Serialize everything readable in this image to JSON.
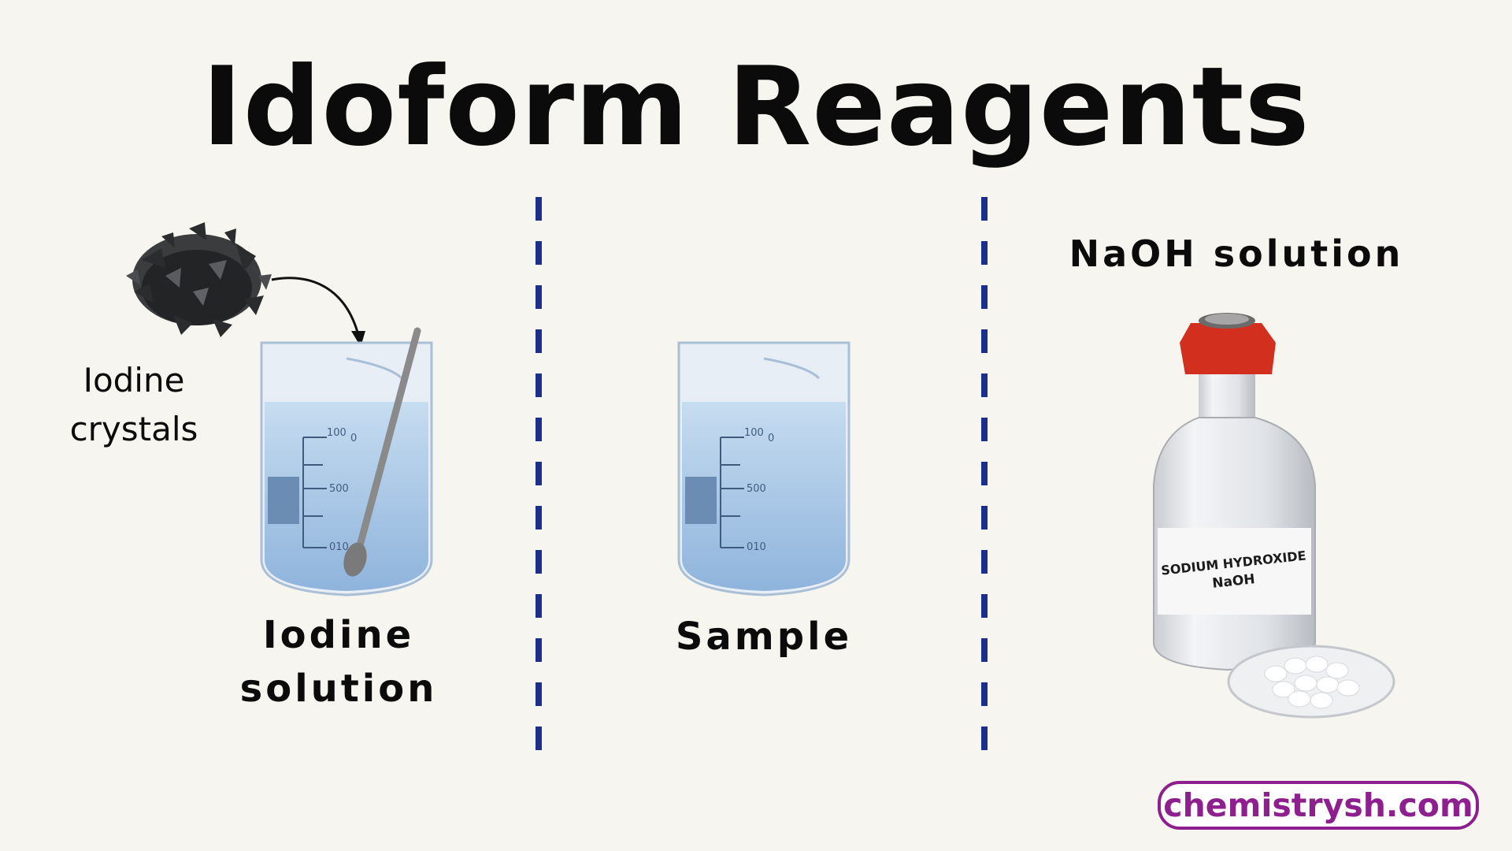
{
  "title": "Idoform Reagents",
  "labels": {
    "crystals_line1": "Iodine",
    "crystals_line2": "crystals",
    "iodine_line1": "Iodine",
    "iodine_line2": "solution",
    "sample": "Sample",
    "naoh": "NaOH solution"
  },
  "beaker_marks": [
    "100",
    "0",
    "500",
    "010"
  ],
  "bottle_label": {
    "line1": "SODIUM HYDROXIDE",
    "line2": "NaOH"
  },
  "watermark": "chemistrysh.com",
  "colors": {
    "divider": "#1d2f8c",
    "badge": "#8e1f8e",
    "cap": "#d32f1f"
  }
}
